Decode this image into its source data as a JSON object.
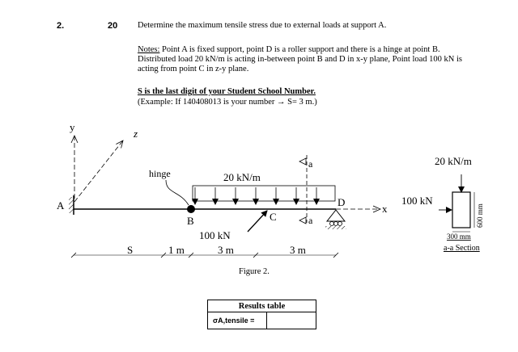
{
  "question": {
    "number": "2.",
    "marks": "20",
    "prompt": "Determine the maximum tensile stress due to external loads at support A."
  },
  "notes": {
    "label": "Notes:",
    "line1": " Point A is fixed support, point D is a roller support and there is a hinge at point B.",
    "line2": "Distributed load 20 kN/m is acting in-between point B and D in x-y plane, Point load 100 kN is",
    "line3": "acting from point C in z-y plane."
  },
  "student_rule": {
    "title": "S is the last digit of your Student School Number.",
    "example": "(Example: If 140408013 is your number → S= 3 m.)"
  },
  "figure": {
    "caption": "Figure 2.",
    "axis_y": "y",
    "axis_z": "z",
    "axis_x": "x",
    "hinge_label": "hinge",
    "point_a": "A",
    "point_b": "B",
    "point_c": "C",
    "point_d": "D",
    "distributed_load": "20 kN/m",
    "point_load": "100 kN",
    "section_mark": "a",
    "dim_s": "S",
    "dim_1m": "1 m",
    "dim_3m_left": "3 m",
    "dim_3m_right": "3 m"
  },
  "section": {
    "distributed_load": "20 kN/m",
    "point_load": "100 kN",
    "height": "600 mm",
    "width": "300 mm",
    "title": "a-a Section"
  },
  "results": {
    "title": "Results table",
    "label": "σA,tensile =",
    "value": ""
  }
}
